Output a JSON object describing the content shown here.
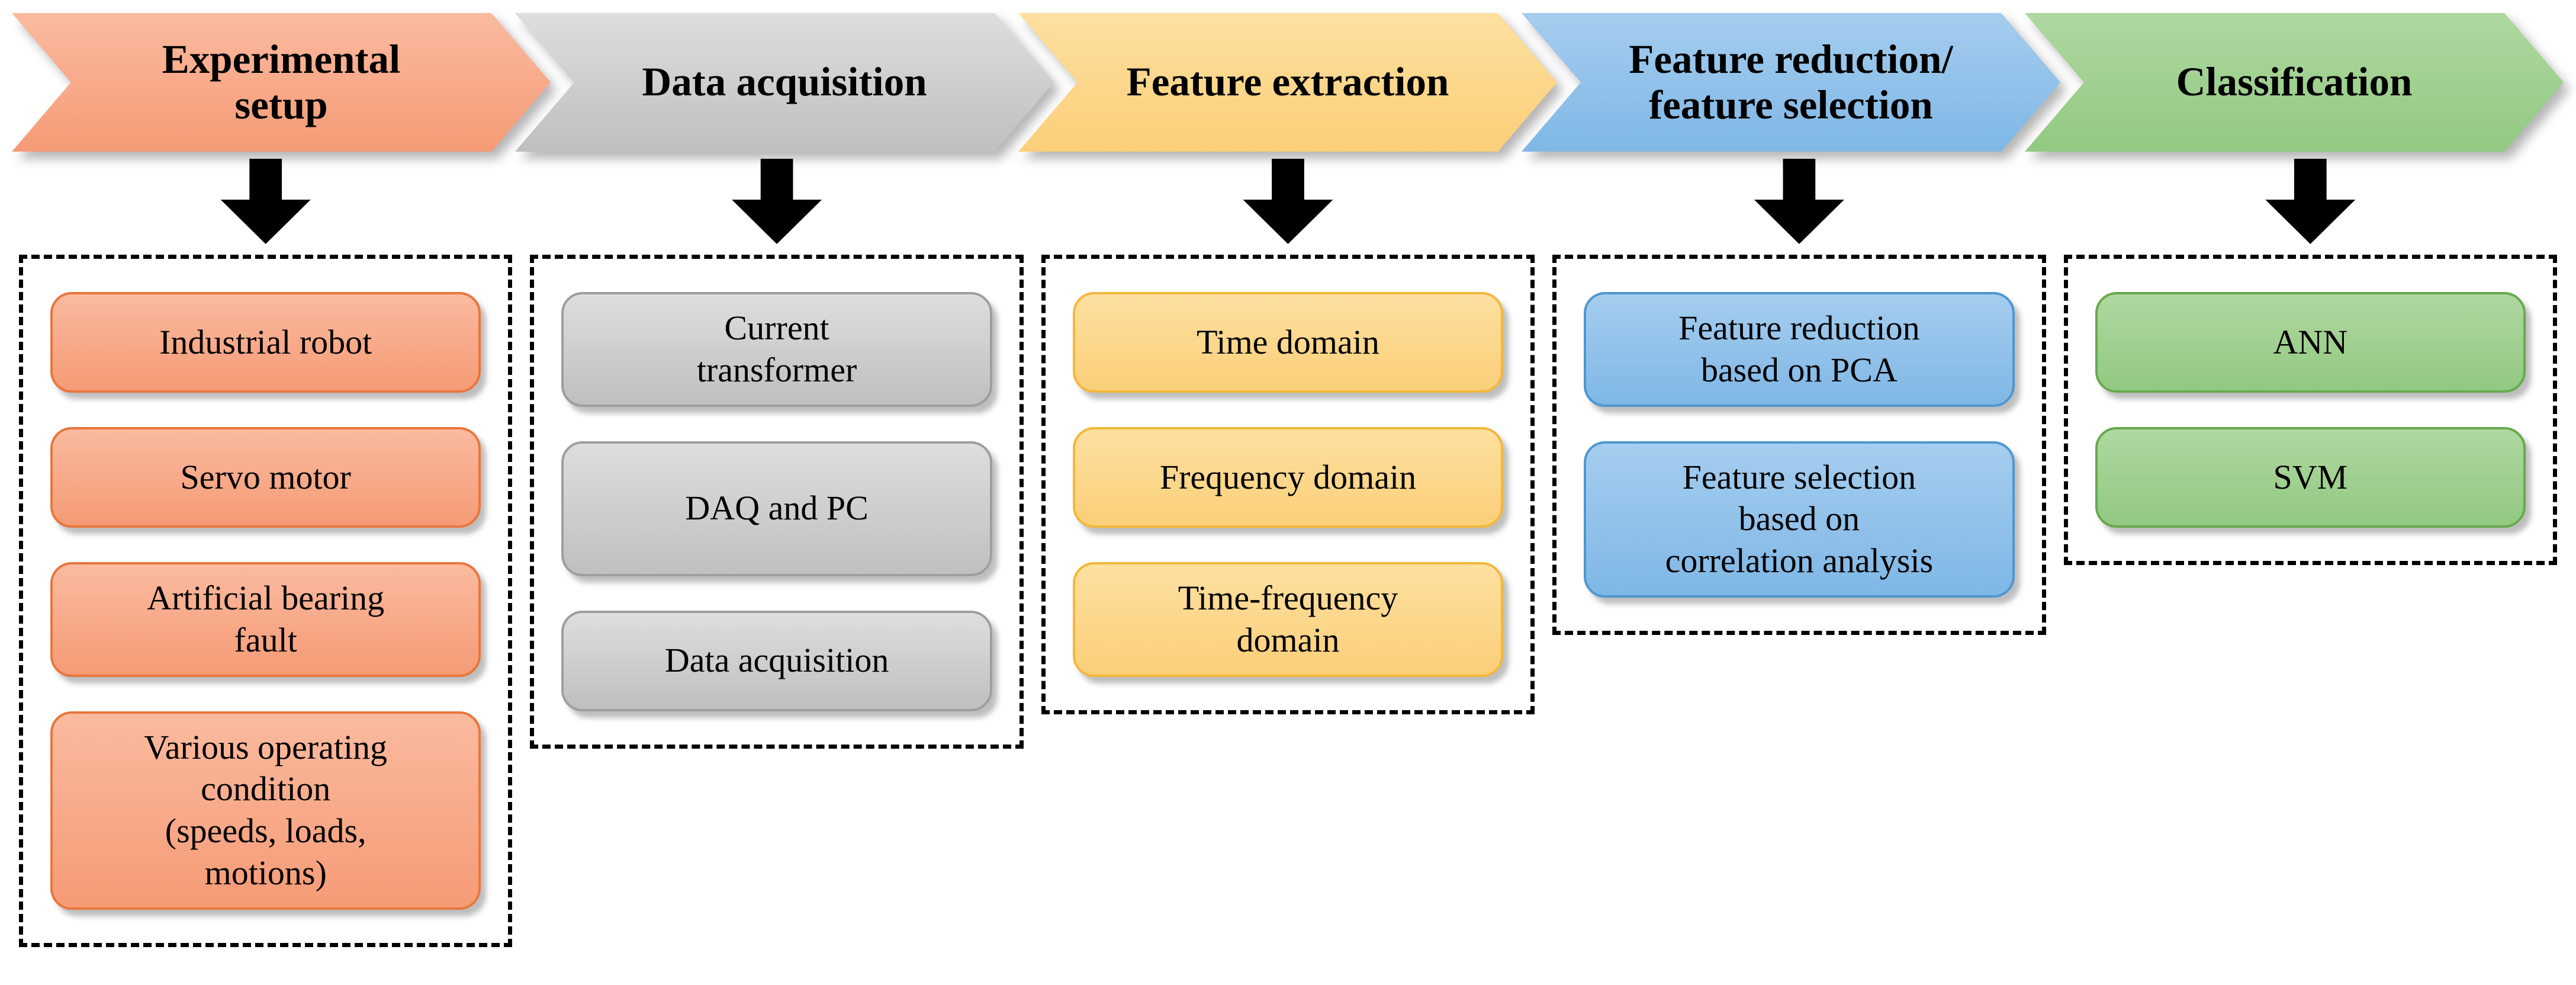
{
  "background": "#ffffff",
  "dashed_border_color": "#000000",
  "arrow_color": "#000000",
  "text_color": "#000000",
  "columns": [
    {
      "header": "Experimental\nsetup",
      "colors": {
        "fill_top": "#FBBA9F",
        "fill_bottom": "#F59B76",
        "border": "#E8763E"
      },
      "items": [
        "Industrial robot",
        "Servo motor",
        "Artificial bearing\nfault",
        "Various operating\ncondition\n(speeds, loads,\nmotions)"
      ]
    },
    {
      "header": "Data acquisition",
      "colors": {
        "fill_top": "#DEDEDE",
        "fill_bottom": "#BFBFBF",
        "border": "#9E9E9E"
      },
      "items": [
        "Current\ntransformer",
        "DAQ and PC",
        "Data acquisition"
      ]
    },
    {
      "header": "Feature extraction",
      "colors": {
        "fill_top": "#FDE0A0",
        "fill_bottom": "#FBCF79",
        "border": "#F3B73B"
      },
      "items": [
        "Time domain",
        "Frequency domain",
        "Time-frequency\ndomain"
      ]
    },
    {
      "header": "Feature reduction/\nfeature selection",
      "colors": {
        "fill_top": "#A5CDEF",
        "fill_bottom": "#7FB7E5",
        "border": "#4E97D1"
      },
      "items": [
        "Feature reduction\nbased on PCA",
        "Feature selection\nbased on\ncorrelation analysis"
      ]
    },
    {
      "header": "Classification",
      "colors": {
        "fill_top": "#AFD8A0",
        "fill_bottom": "#92C981",
        "border": "#67A94E"
      },
      "items": [
        "ANN",
        "SVM"
      ]
    }
  ]
}
